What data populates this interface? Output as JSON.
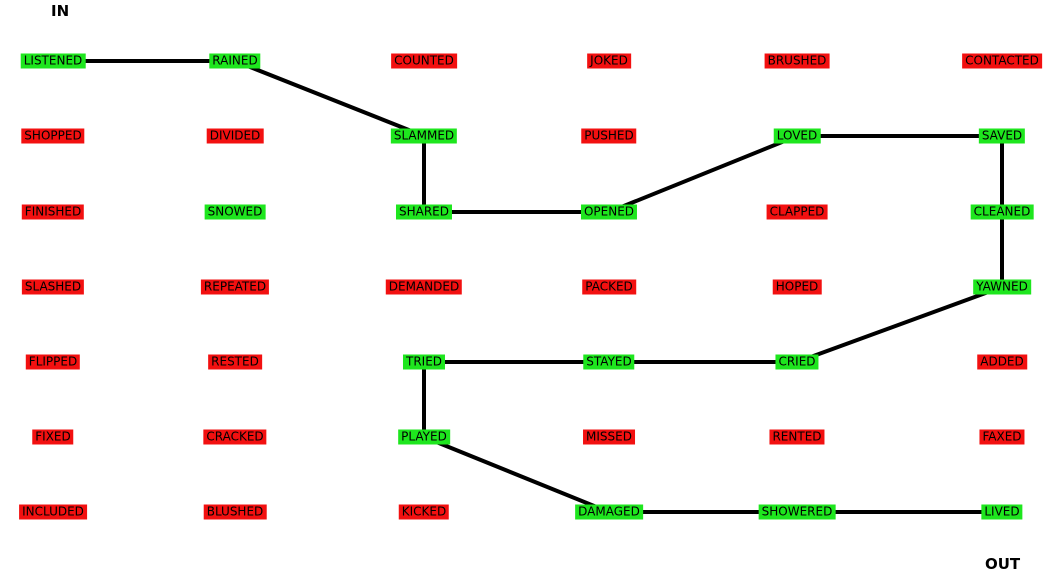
{
  "labels": {
    "in": "IN",
    "out": "OUT"
  },
  "colors": {
    "on_path": "#1ee61e",
    "off_path": "#f21010",
    "line": "#000000",
    "text": "#000000",
    "background": "#ffffff"
  },
  "grid": [
    [
      {
        "word": "LISTENED",
        "on_path": true
      },
      {
        "word": "RAINED",
        "on_path": true
      },
      {
        "word": "COUNTED",
        "on_path": false
      },
      {
        "word": "JOKED",
        "on_path": false
      },
      {
        "word": "BRUSHED",
        "on_path": false
      },
      {
        "word": "CONTACTED",
        "on_path": false
      }
    ],
    [
      {
        "word": "SHOPPED",
        "on_path": false
      },
      {
        "word": "DIVIDED",
        "on_path": false
      },
      {
        "word": "SLAMMED",
        "on_path": true
      },
      {
        "word": "PUSHED",
        "on_path": false
      },
      {
        "word": "LOVED",
        "on_path": true
      },
      {
        "word": "SAVED",
        "on_path": true
      }
    ],
    [
      {
        "word": "FINISHED",
        "on_path": false
      },
      {
        "word": "SNOWED",
        "on_path": true
      },
      {
        "word": "SHARED",
        "on_path": true
      },
      {
        "word": "OPENED",
        "on_path": true
      },
      {
        "word": "CLAPPED",
        "on_path": false
      },
      {
        "word": "CLEANED",
        "on_path": true
      }
    ],
    [
      {
        "word": "SLASHED",
        "on_path": false
      },
      {
        "word": "REPEATED",
        "on_path": false
      },
      {
        "word": "DEMANDED",
        "on_path": false
      },
      {
        "word": "PACKED",
        "on_path": false
      },
      {
        "word": "HOPED",
        "on_path": false
      },
      {
        "word": "YAWNED",
        "on_path": true
      }
    ],
    [
      {
        "word": "FLIPPED",
        "on_path": false
      },
      {
        "word": "RESTED",
        "on_path": false
      },
      {
        "word": "TRIED",
        "on_path": true
      },
      {
        "word": "STAYED",
        "on_path": true
      },
      {
        "word": "CRIED",
        "on_path": true
      },
      {
        "word": "ADDED",
        "on_path": false
      }
    ],
    [
      {
        "word": "FIXED",
        "on_path": false
      },
      {
        "word": "CRACKED",
        "on_path": false
      },
      {
        "word": "PLAYED",
        "on_path": true
      },
      {
        "word": "MISSED",
        "on_path": false
      },
      {
        "word": "RENTED",
        "on_path": false
      },
      {
        "word": "FAXED",
        "on_path": false
      }
    ],
    [
      {
        "word": "INCLUDED",
        "on_path": false
      },
      {
        "word": "BLUSHED",
        "on_path": false
      },
      {
        "word": "KICKED",
        "on_path": false
      },
      {
        "word": "DAMAGED",
        "on_path": true
      },
      {
        "word": "SHOWERED",
        "on_path": true
      },
      {
        "word": "LIVED",
        "on_path": true
      }
    ]
  ],
  "path": [
    [
      0,
      0
    ],
    [
      0,
      1
    ],
    [
      1,
      2
    ],
    [
      2,
      2
    ],
    [
      2,
      3
    ],
    [
      1,
      4
    ],
    [
      1,
      5
    ],
    [
      2,
      5
    ],
    [
      3,
      5
    ],
    [
      4,
      4
    ],
    [
      4,
      3
    ],
    [
      4,
      2
    ],
    [
      5,
      2
    ],
    [
      6,
      3
    ],
    [
      6,
      4
    ],
    [
      6,
      5
    ]
  ]
}
